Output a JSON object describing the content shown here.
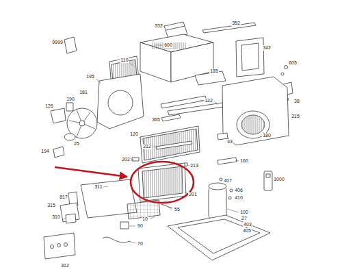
{
  "diagram": {
    "labels": [
      "9999",
      "332",
      "352",
      "600",
      "110",
      "342",
      "605",
      "195",
      "185",
      "38",
      "126",
      "181",
      "190",
      "122",
      "215",
      "365",
      "180",
      "25",
      "120",
      "194",
      "33",
      "212",
      "202",
      "213",
      "160",
      "311",
      "817",
      "201",
      "407",
      "406",
      "1000",
      "410",
      "315",
      "55",
      "100",
      "27",
      "310",
      "10",
      "403",
      "90",
      "405",
      "70",
      "312"
    ]
  }
}
